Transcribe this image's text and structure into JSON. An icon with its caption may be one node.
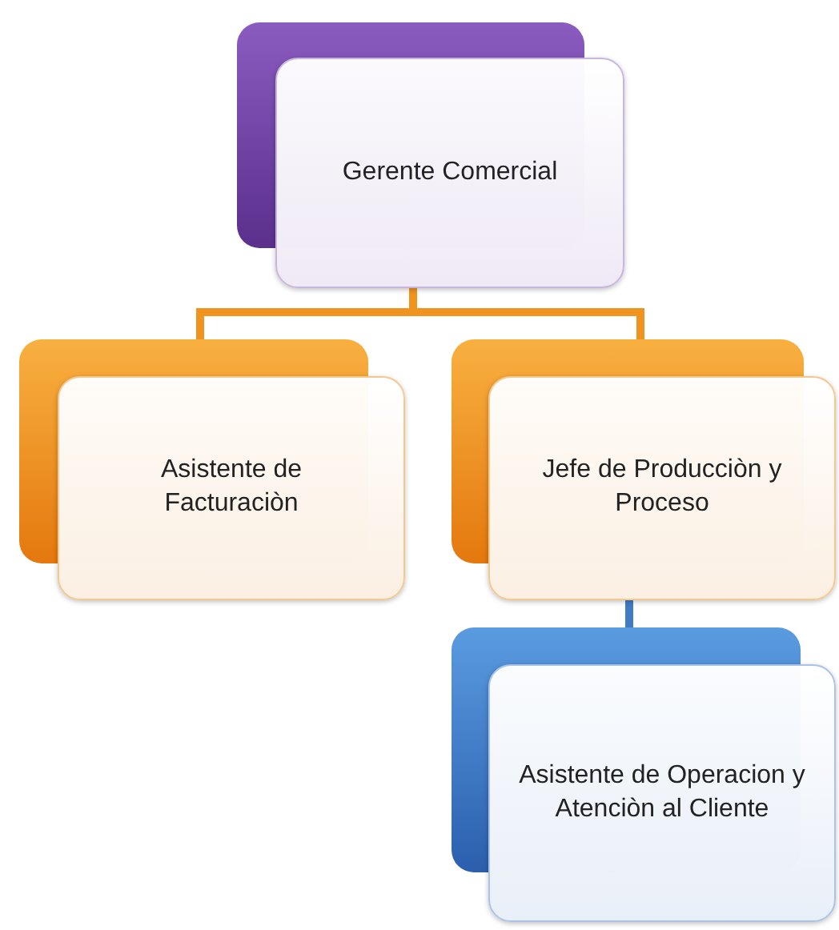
{
  "diagram": {
    "nodes": [
      {
        "text": [
          "Gerente Comercial"
        ]
      },
      {
        "text": [
          "Asistente de Facturaciòn"
        ]
      },
      {
        "text": [
          "Jefe de Producciòn y Proceso"
        ]
      },
      {
        "text": [
          "Asistente de Operacion y Atenciòn al Cliente"
        ]
      }
    ],
    "edges": [
      {
        "from": 0,
        "to": 1,
        "arrow": "none"
      },
      {
        "from": 0,
        "to": 2,
        "arrow": "none"
      },
      {
        "from": 2,
        "to": 3,
        "arrow": "none",
        "color": "#3f7cc4"
      }
    ]
  }
}
